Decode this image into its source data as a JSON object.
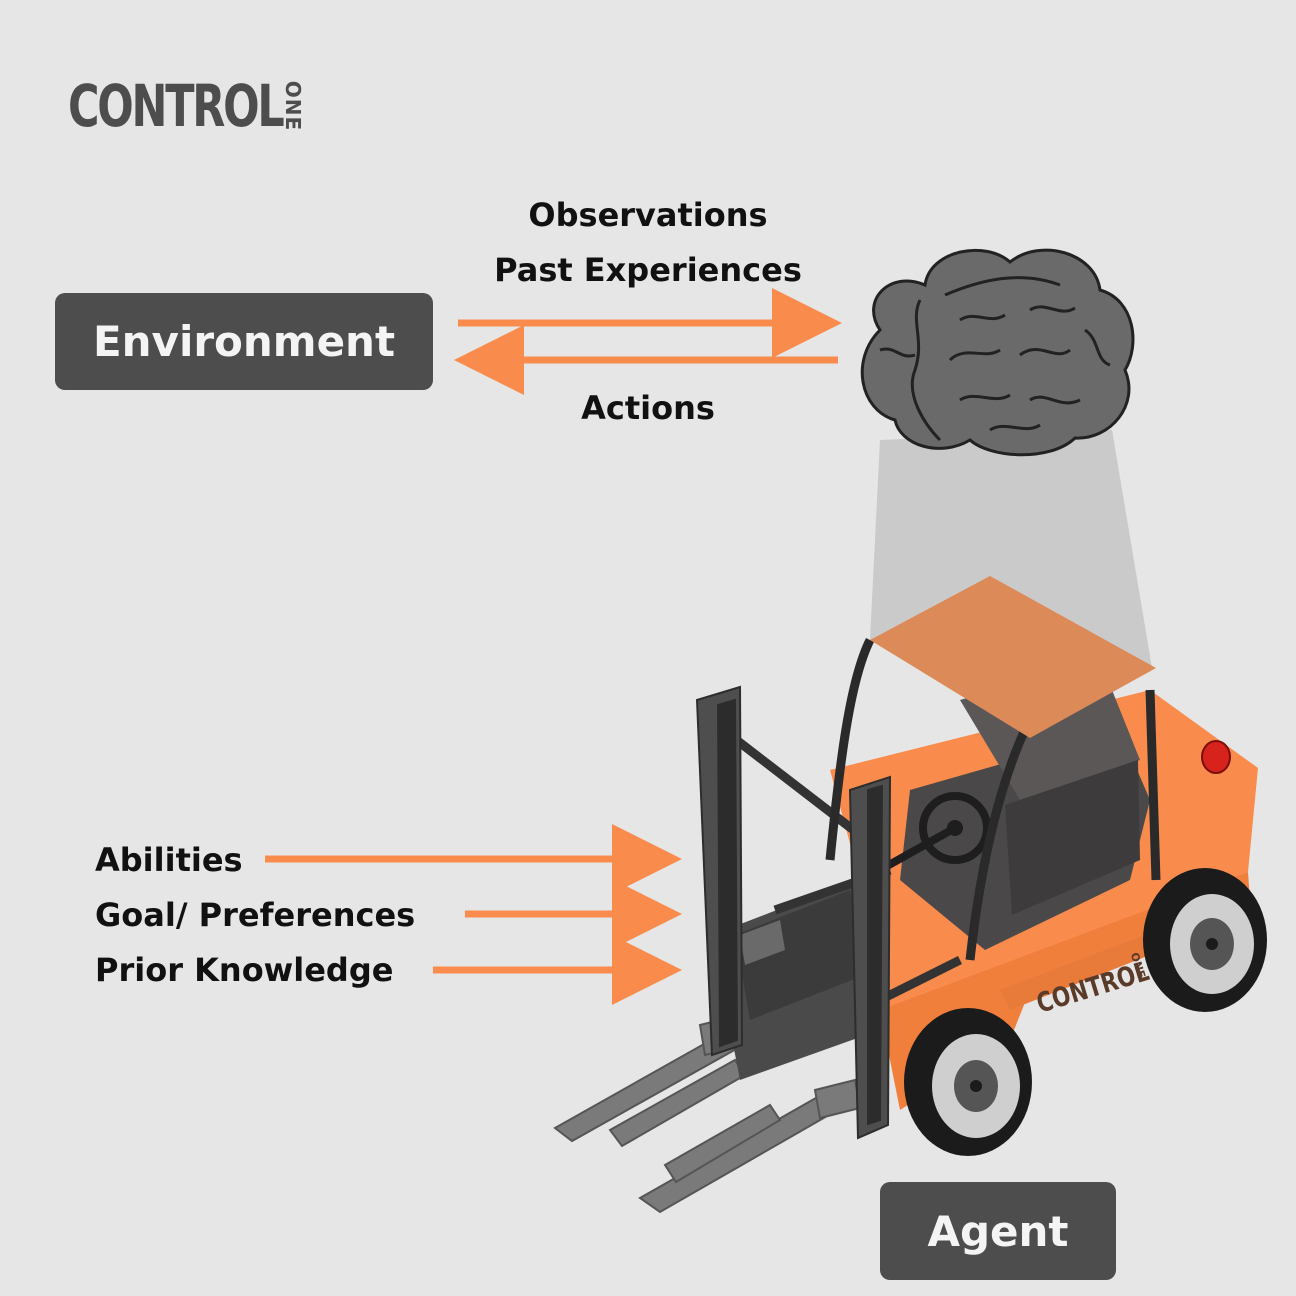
{
  "logo": {
    "main": "CONTROL",
    "sub": "ONE"
  },
  "environment": {
    "label": "Environment"
  },
  "agent": {
    "label": "Agent"
  },
  "flow": {
    "observations": "Observations",
    "past_experiences": "Past Experiences",
    "actions": "Actions"
  },
  "inputs": [
    {
      "label": "Abilities"
    },
    {
      "label": "Goal/ Preferences"
    },
    {
      "label": "Prior Knowledge"
    }
  ],
  "forklift_brand": {
    "main": "CONTROL",
    "sub": "ONE"
  },
  "colors": {
    "background": "#e6e6e6",
    "box": "#4d4d4d",
    "arrow": "#f98c4d",
    "forklift_body": "#f98c4d",
    "canopy": "#dc8a58",
    "brain": "#6a6a6a"
  }
}
